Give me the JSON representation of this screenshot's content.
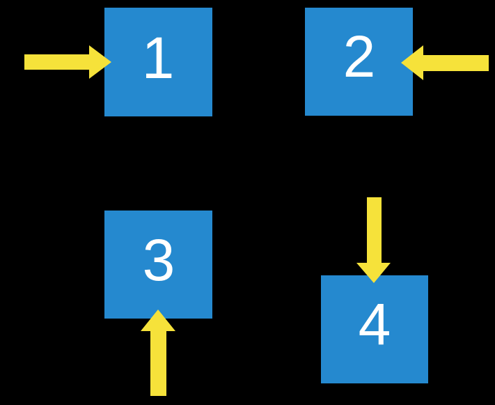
{
  "scene": {
    "description": "Diagram of four numbered blue squares on a black background, each with a yellow block arrow pointing into it",
    "background_color": "#000000"
  },
  "colors": {
    "background": "#000000",
    "square_fill": "#2589cf",
    "arrow_fill": "#f6e23a",
    "number_text": "#ffffff"
  },
  "squares": [
    {
      "label": "1",
      "position": "top-left"
    },
    {
      "label": "2",
      "position": "top-right"
    },
    {
      "label": "3",
      "position": "bottom-left"
    },
    {
      "label": "4",
      "position": "bottom-right"
    }
  ],
  "arrows": [
    {
      "icon": "arrow-right-icon",
      "direction": "right",
      "target": "square-1",
      "enters_from": "left side"
    },
    {
      "icon": "arrow-left-icon",
      "direction": "left",
      "target": "square-2",
      "enters_from": "right side"
    },
    {
      "icon": "arrow-up-icon",
      "direction": "up",
      "target": "square-3",
      "enters_from": "bottom side"
    },
    {
      "icon": "arrow-down-icon",
      "direction": "down",
      "target": "square-4",
      "enters_from": "top side"
    }
  ]
}
